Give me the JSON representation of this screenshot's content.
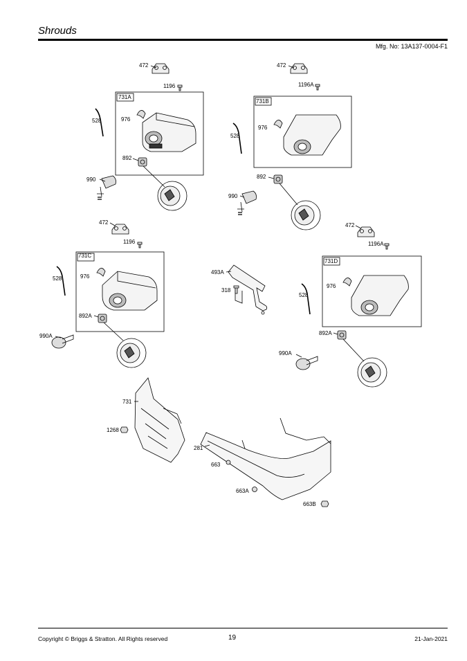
{
  "page": {
    "title": "Shrouds",
    "mfg_no": "Mfg. No: 13A137-0004-F1",
    "copyright": "Copyright © Briggs & Stratton. All Rights reserved",
    "page_number": "19",
    "date": "21-Jan-2021"
  },
  "groups": {
    "a": "731A",
    "b": "731B",
    "c": "731C",
    "d": "731D"
  },
  "parts": {
    "p472_1": "472",
    "p1196_1": "1196",
    "p528_1": "528",
    "p976_1": "976",
    "p892_1": "892",
    "p990_1": "990",
    "p472_2": "472",
    "p1196A_1": "1196A",
    "p528_2": "528",
    "p976_2": "976",
    "p892_2": "892",
    "p990_2": "990",
    "p472_3": "472",
    "p1196_2": "1196",
    "p528_3": "528",
    "p976_3": "976",
    "p892A_1": "892A",
    "p990A_1": "990A",
    "p493A": "493A",
    "p318": "318",
    "p472_4": "472",
    "p1196A_2": "1196A",
    "p528_4": "528",
    "p976_4": "976",
    "p892A_2": "892A",
    "p990A_2": "990A",
    "p731": "731",
    "p1268": "1268",
    "p281": "281",
    "p663": "663",
    "p663A": "663A",
    "p663B": "663B"
  }
}
